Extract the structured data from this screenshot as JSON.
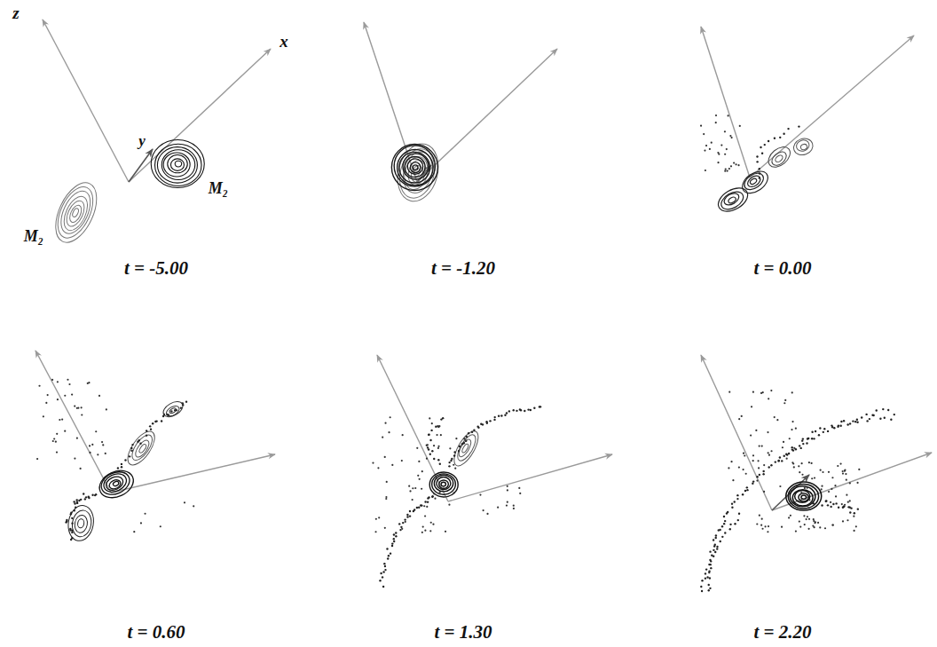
{
  "diagram": {
    "labels": [
      "z",
      "x",
      "y",
      "M₂",
      "M₂",
      "t = -5.00",
      "t = -1.20",
      "t = 0.00",
      "t = 0.60",
      "t = 1.30",
      "t = 2.20"
    ]
  }
}
